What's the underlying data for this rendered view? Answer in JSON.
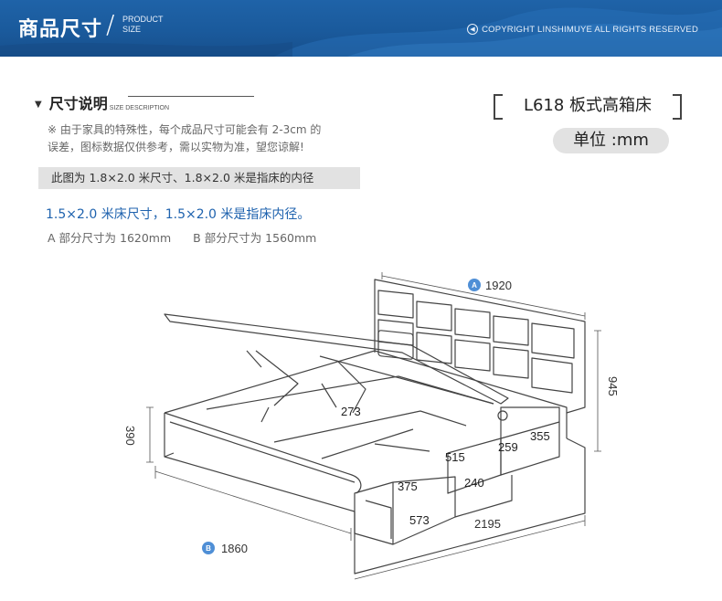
{
  "banner": {
    "title": "商品尺寸",
    "slash": "/",
    "sub_line1": "PRODUCT",
    "sub_line2": "SIZE",
    "copyright": "COPYRIGHT LINSHIMUYE ALL RIGHTS RESERVED",
    "copyright_icon": "◀"
  },
  "size_section": {
    "marker": "▼",
    "title": "尺寸说明",
    "subtitle": "SIZE DESCRIPTION",
    "notice_line1": "※ 由于家具的特殊性，每个成品尺寸可能会有 2-3cm 的",
    "notice_line2": "误差，图标数据仅供参考，需以实物为准，望您谅解!",
    "gray_bar": "此图为 1.8×2.0 米尺寸、1.8×2.0 米是指床的内径",
    "blue_note": "1.5×2.0 米床尺寸，1.5×2.0 米是指床内径。",
    "a_note": "A 部分尺寸为 1620mm",
    "b_note": "B 部分尺寸为 1560mm"
  },
  "model": {
    "name": "L618 板式高箱床",
    "unit": "单位 :mm"
  },
  "dimensions": {
    "badge_a": "A",
    "badge_b": "B",
    "headboard_width": "1920",
    "headboard_height": "945",
    "box_height": "390",
    "bed_width": "1860",
    "bed_length": "2195",
    "inner_height": "273",
    "drawer_front_width": "515",
    "side_box_width": "259",
    "side_box_depth": "355",
    "drawer_depth": "375",
    "drawer_height": "240",
    "drawer_length": "573"
  },
  "colors": {
    "banner_blue": "#1a5a9c",
    "accent_blue": "#1e62ae",
    "badge_blue": "#4f8fd6",
    "gray_bar": "#e2e2e2"
  }
}
